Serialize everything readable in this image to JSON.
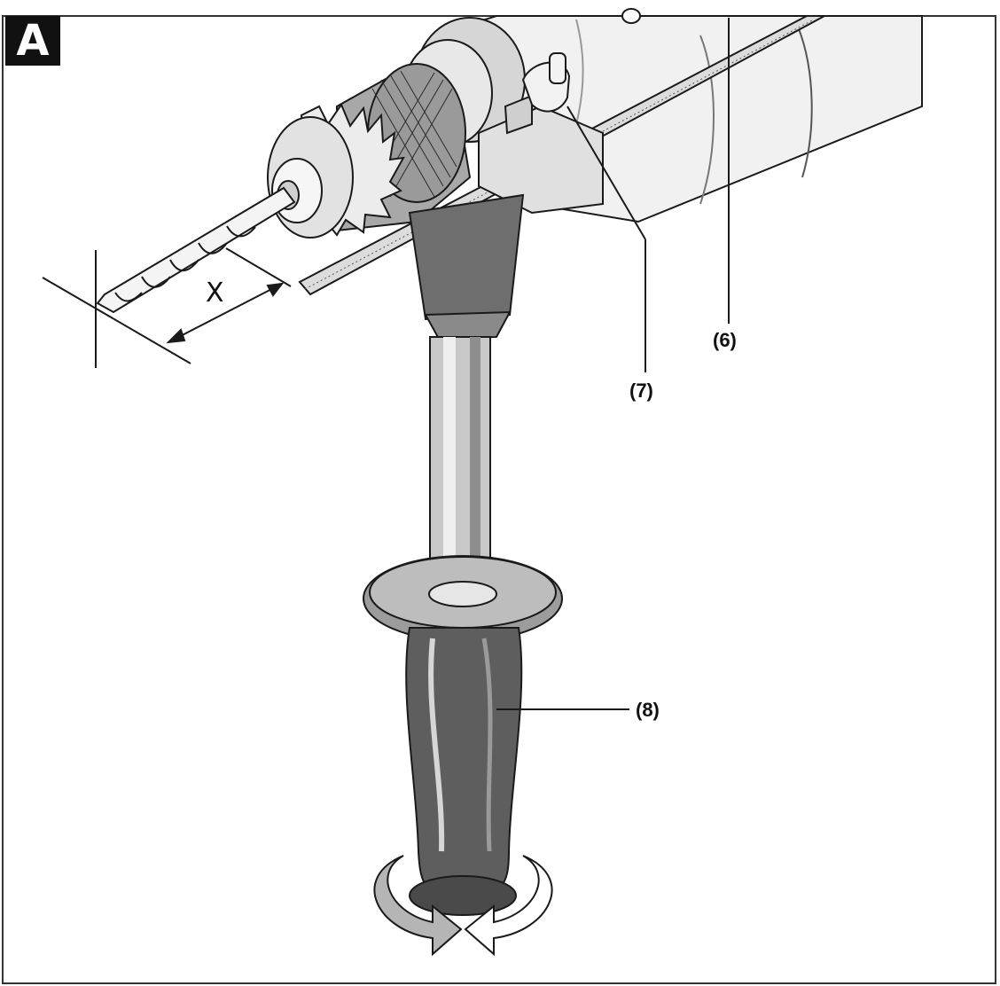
{
  "figure": {
    "badge_letter": "A",
    "dimension_label": "X",
    "callouts": [
      {
        "id": "6",
        "text": "(6)"
      },
      {
        "id": "7",
        "text": "(7)"
      },
      {
        "id": "8",
        "text": "(8)"
      }
    ]
  },
  "colors": {
    "line": "#1a1a1a",
    "light_gray": "#e9e9e9",
    "mid_gray": "#bdbdbd",
    "dark_gray": "#6e6e6e",
    "badge": "#111111"
  }
}
